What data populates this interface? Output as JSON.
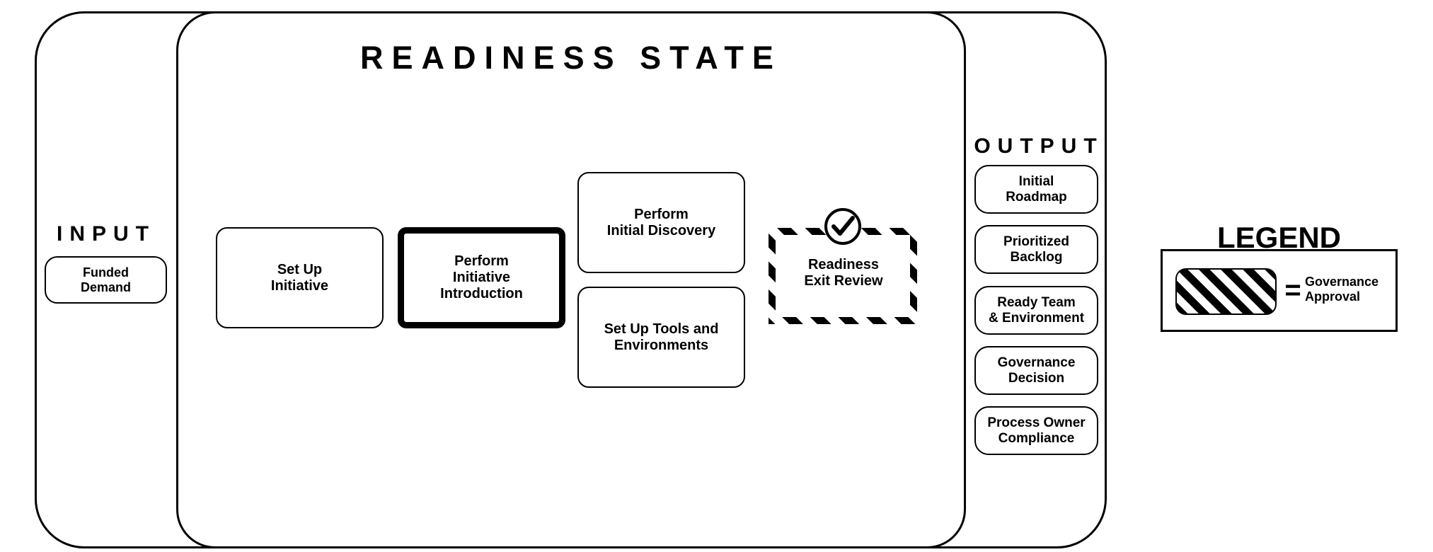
{
  "title": "READINESS STATE",
  "input": {
    "title": "INPUT",
    "item": "Funded\nDemand"
  },
  "steps": {
    "setup_initiative": "Set Up\nInitiative",
    "perform_introduction": "Perform\nInitiative\nIntroduction",
    "perform_discovery": "Perform\nInitial Discovery",
    "setup_tools": "Set Up Tools and\nEnvironments",
    "exit_review": "Readiness\nExit Review"
  },
  "output": {
    "title": "OUTPUT",
    "items": [
      "Initial\nRoadmap",
      "Prioritized\nBacklog",
      "Ready Team\n& Environment",
      "Governance\nDecision",
      "Process Owner\nCompliance"
    ]
  },
  "legend": {
    "title": "LEGEND",
    "equals": "=",
    "meaning": "Governance\nApproval",
    "swatch_icon": "diagonal-stripes-swatch"
  },
  "icons": {
    "approval": "checkmark-circle-icon"
  },
  "colors": {
    "stroke": "#000000",
    "background": "#ffffff"
  }
}
